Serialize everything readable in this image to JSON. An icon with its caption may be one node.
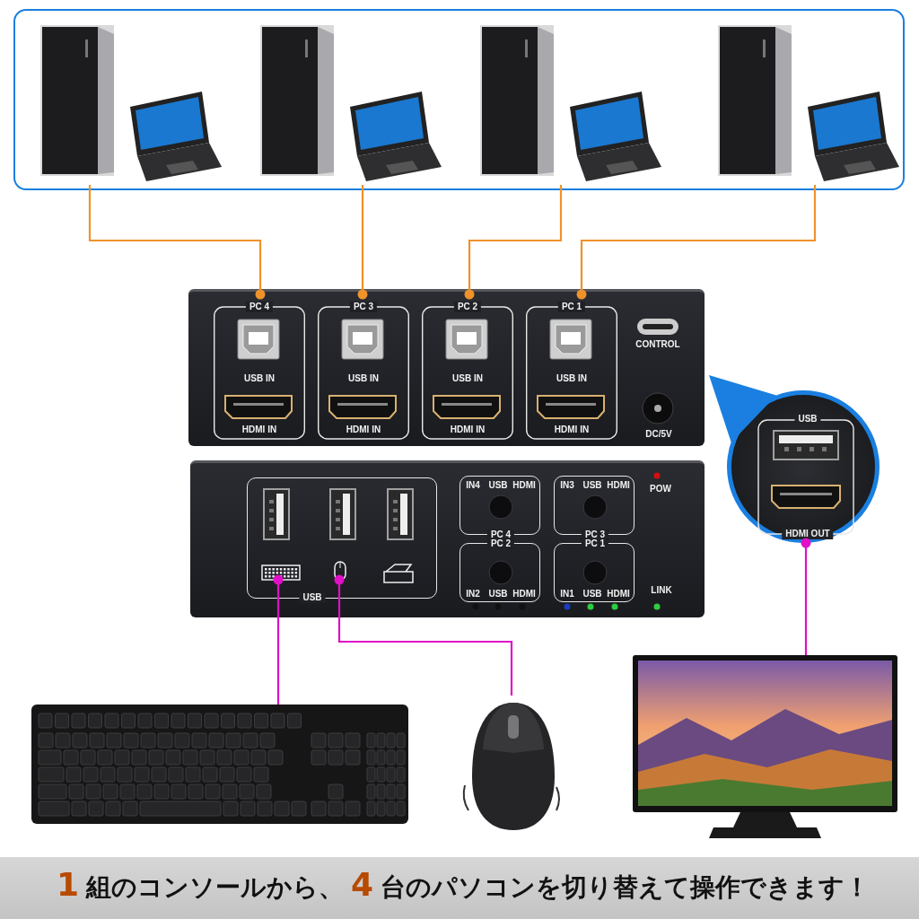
{
  "diagram": {
    "caption": "**1**組のコンソールから、**4**台のパソコンを切り替えて操作できます！",
    "nodes": [
      {
        "text": [],
        "shape": "box"
      },
      {
        "text": [],
        "shape": "picture",
        "in": 0
      },
      {
        "text": [],
        "shape": "picture",
        "in": 0
      },
      {
        "text": [],
        "shape": "picture",
        "in": 0
      },
      {
        "text": [],
        "shape": "picture",
        "in": 0
      },
      {
        "text": [],
        "shape": "box"
      },
      {
        "text": [
          "PC 4",
          "USB IN",
          "HDMI IN"
        ],
        "in": 5
      },
      {
        "text": [
          "PC 3",
          "USB IN",
          "HDMI IN"
        ],
        "in": 5
      },
      {
        "text": [
          "PC 2",
          "USB IN",
          "HDMI IN"
        ],
        "in": 5
      },
      {
        "text": [
          "PC 1",
          "USB IN",
          "HDMI IN"
        ],
        "in": 5
      },
      {
        "text": [],
        "shape": "box"
      },
      {
        "text": [
          "USB"
        ],
        "in": 10
      },
      {
        "text": [],
        "shape": "picture",
        "in": 11
      },
      {
        "text": [],
        "shape": "picture",
        "in": 11
      },
      {
        "text": [
          "IN4",
          "USB",
          "HDMI",
          "PC 4"
        ],
        "in": 10
      },
      {
        "text": [
          "IN3",
          "USB",
          "HDMI",
          "PC 3"
        ],
        "in": 10
      },
      {
        "text": [
          "PC 2",
          "IN2",
          "USB",
          "HDMI"
        ],
        "in": 10
      },
      {
        "text": [
          "PC 1",
          "IN1",
          "USB",
          "HDMI"
        ],
        "in": 10
      },
      {
        "text": [
          "USB",
          "HDMI OUT"
        ]
      },
      {
        "text": [],
        "shape": "picture"
      },
      {
        "text": [],
        "shape": "picture"
      },
      {
        "text": [],
        "shape": "picture"
      },
      {
        "text": [],
        "shape": "triangle"
      }
    ],
    "edges": [
      {
        "from": 1,
        "to": 6,
        "arrow": "other"
      },
      {
        "from": 2,
        "to": 7,
        "arrow": "other"
      },
      {
        "from": 3,
        "to": 8,
        "arrow": "other"
      },
      {
        "from": 4,
        "to": 9,
        "arrow": "other"
      },
      {
        "from": 19,
        "to": 12,
        "arrow": "other",
        "color": "#e010c8"
      },
      {
        "from": 20,
        "to": 13,
        "arrow": "other",
        "color": "#e010c8"
      },
      {
        "from": 21,
        "to": 18,
        "arrow": "other",
        "color": "#e010c8"
      }
    ],
    "labels": [
      "CONTROL",
      "DC/5V",
      "POW",
      "LINK"
    ]
  }
}
